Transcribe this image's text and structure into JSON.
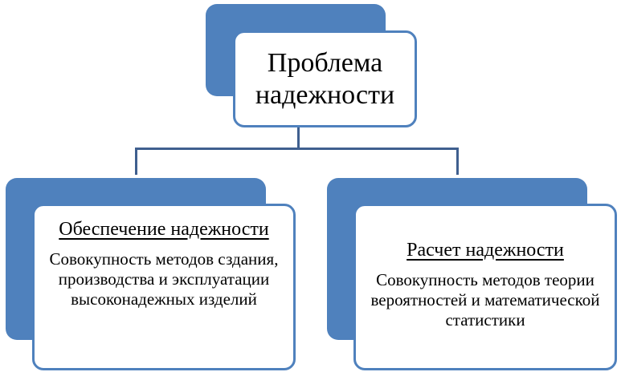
{
  "diagram": {
    "root": {
      "title": "Проблема надежности"
    },
    "children": [
      {
        "heading": "Обеспечение надежности",
        "description": "Совокупность методов сздания, производства и эксплуатации высоконадежных изделий"
      },
      {
        "heading": "Расчет надежности",
        "description": "Совокупность методов теории вероятностей и математической статистики"
      }
    ]
  },
  "colors": {
    "fill": "#4f81bd",
    "border": "#4f81bd",
    "connector": "#3f5f8f",
    "card_background": "#ffffff",
    "text": "#000000"
  }
}
